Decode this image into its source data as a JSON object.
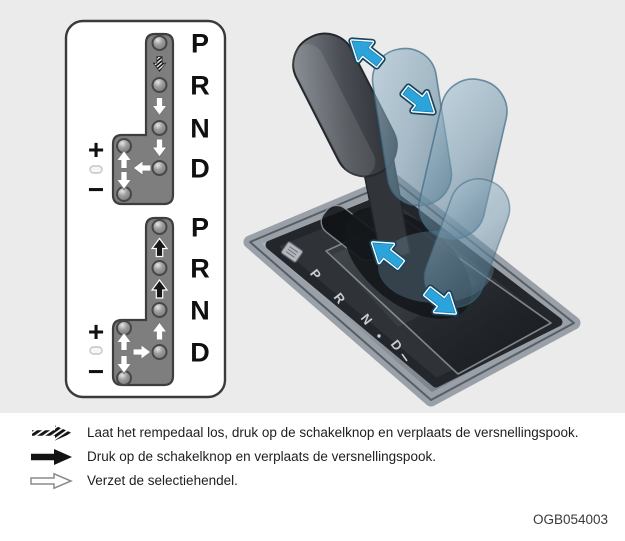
{
  "figure": {
    "code": "OGB054003",
    "background_color": "#ebebeb",
    "accent_blue": "#2ba4dc",
    "gate_gray": "#7e7e7e"
  },
  "gate_panel": {
    "plus_label": "+",
    "minus_label": "−",
    "top_view": {
      "positions": [
        "P",
        "R",
        "N",
        "D"
      ],
      "transitions": [
        {
          "from": "P",
          "to": "R",
          "arrow": "hatched-down"
        },
        {
          "from": "R",
          "to": "N",
          "arrow": "outline-down"
        },
        {
          "from": "N",
          "to": "D",
          "arrow": "outline-down"
        }
      ],
      "manual_gate": {
        "horizontal_arrow": "outline-left",
        "vertical_arrows": [
          "outline-up",
          "outline-down"
        ]
      }
    },
    "bottom_view": {
      "positions": [
        "P",
        "R",
        "N",
        "D"
      ],
      "transitions": [
        {
          "from": "D",
          "to": "N",
          "arrow": "outline-up"
        },
        {
          "from": "N",
          "to": "R",
          "arrow": "solid-black-up"
        },
        {
          "from": "R",
          "to": "P",
          "arrow": "solid-black-up"
        }
      ],
      "manual_gate": {
        "horizontal_arrow": "outline-right",
        "vertical_arrows": [
          "outline-up",
          "outline-down"
        ]
      }
    }
  },
  "console": {
    "labels": [
      "P",
      "R",
      "N",
      "D"
    ]
  },
  "legend": [
    {
      "icon": "brake-release-hatched-arrow",
      "text": "Laat het rempedaal los, druk op de schakelknop en verplaats de versnellingspook."
    },
    {
      "icon": "press-button-solid-arrow",
      "text": "Druk op de schakelknop en verplaats de versnellingspook."
    },
    {
      "icon": "move-lever-outline-arrow",
      "text": "Verzet de selectiehendel."
    }
  ]
}
